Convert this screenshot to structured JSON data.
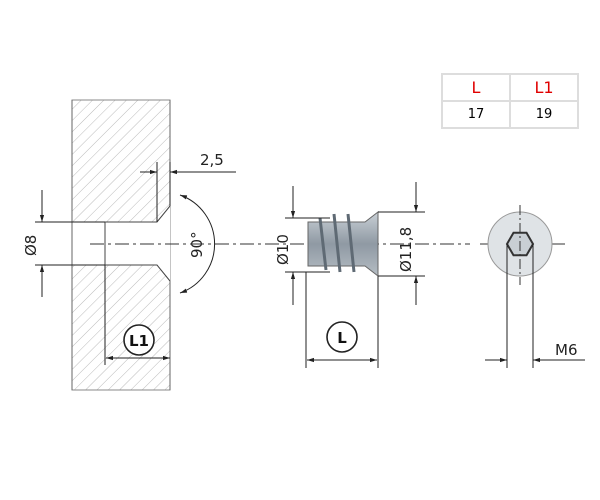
{
  "table": {
    "headers": [
      "L",
      "L1"
    ],
    "values": [
      "17",
      "19"
    ]
  },
  "dimensions": {
    "hole_diameter": "Ø8",
    "countersink_depth": "2,5",
    "countersink_angle": "90°",
    "hole_length_label": "L1",
    "thread_diameter": "Ø10",
    "head_diameter": "Ø11,8",
    "insert_length_label": "L",
    "internal_thread": "M6"
  },
  "colors": {
    "header_text": "#e00000",
    "line": "#222222",
    "insert": "#9aa3ab"
  }
}
